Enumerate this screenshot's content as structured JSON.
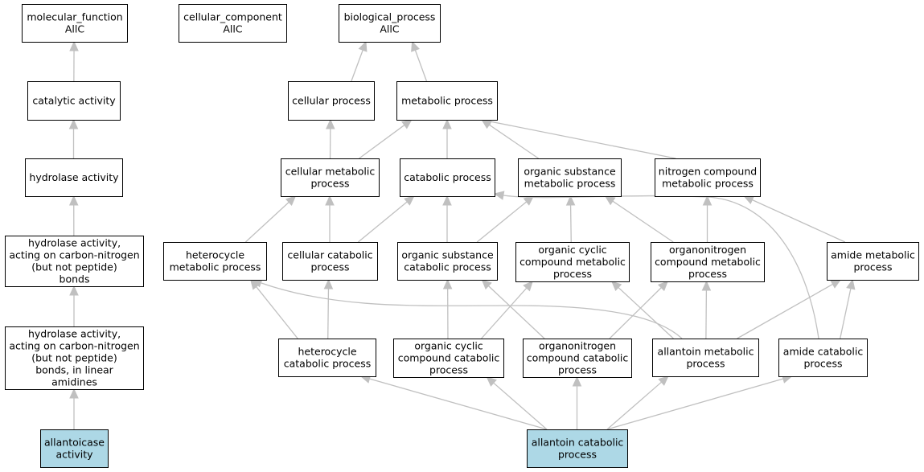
{
  "nodes": {
    "mf_root": {
      "lines": [
        "molecular_function",
        "AllC"
      ]
    },
    "cc_root": {
      "lines": [
        "cellular_component",
        "AllC"
      ]
    },
    "bp_root": {
      "lines": [
        "biological_process",
        "AllC"
      ]
    },
    "catalytic_activity": {
      "lines": [
        "catalytic activity"
      ]
    },
    "hydrolase_activity": {
      "lines": [
        "hydrolase activity"
      ]
    },
    "hydrolase_cn": {
      "lines": [
        "hydrolase activity,",
        "acting on carbon-nitrogen",
        "(but not peptide)",
        "bonds"
      ]
    },
    "hydrolase_cn_amidines": {
      "lines": [
        "hydrolase activity,",
        "acting on carbon-nitrogen",
        "(but not peptide)",
        "bonds, in linear",
        "amidines"
      ]
    },
    "allantoicase_activity": {
      "lines": [
        "allantoicase",
        "activity"
      ],
      "highlight": true
    },
    "cellular_process": {
      "lines": [
        "cellular process"
      ]
    },
    "metabolic_process": {
      "lines": [
        "metabolic process"
      ]
    },
    "cellular_metabolic_process": {
      "lines": [
        "cellular metabolic",
        "process"
      ]
    },
    "catabolic_process": {
      "lines": [
        "catabolic process"
      ]
    },
    "organic_substance_metabolic": {
      "lines": [
        "organic substance",
        "metabolic process"
      ]
    },
    "nitrogen_compound_metabolic": {
      "lines": [
        "nitrogen compound",
        "metabolic process"
      ]
    },
    "heterocycle_metabolic": {
      "lines": [
        "heterocycle",
        "metabolic process"
      ]
    },
    "cellular_catabolic": {
      "lines": [
        "cellular catabolic",
        "process"
      ]
    },
    "organic_substance_catabolic": {
      "lines": [
        "organic substance",
        "catabolic process"
      ]
    },
    "organic_cyclic_metabolic": {
      "lines": [
        "organic cyclic",
        "compound metabolic",
        "process"
      ]
    },
    "organonitrogen_metabolic": {
      "lines": [
        "organonitrogen",
        "compound metabolic",
        "process"
      ]
    },
    "amide_metabolic": {
      "lines": [
        "amide metabolic",
        "process"
      ]
    },
    "heterocycle_catabolic": {
      "lines": [
        "heterocycle",
        "catabolic process"
      ]
    },
    "organic_cyclic_catabolic": {
      "lines": [
        "organic cyclic",
        "compound catabolic",
        "process"
      ]
    },
    "organonitrogen_catabolic": {
      "lines": [
        "organonitrogen",
        "compound catabolic",
        "process"
      ]
    },
    "allantoin_metabolic": {
      "lines": [
        "allantoin metabolic",
        "process"
      ]
    },
    "amide_catabolic": {
      "lines": [
        "amide catabolic",
        "process"
      ]
    },
    "allantoin_catabolic": {
      "lines": [
        "allantoin catabolic",
        "process"
      ],
      "highlight": true
    }
  },
  "edges": [
    [
      "catalytic_activity",
      "mf_root"
    ],
    [
      "hydrolase_activity",
      "catalytic_activity"
    ],
    [
      "hydrolase_cn",
      "hydrolase_activity"
    ],
    [
      "hydrolase_cn_amidines",
      "hydrolase_cn"
    ],
    [
      "allantoicase_activity",
      "hydrolase_cn_amidines"
    ],
    [
      "cellular_process",
      "bp_root"
    ],
    [
      "metabolic_process",
      "bp_root"
    ],
    [
      "cellular_metabolic_process",
      "cellular_process"
    ],
    [
      "cellular_metabolic_process",
      "metabolic_process"
    ],
    [
      "catabolic_process",
      "metabolic_process"
    ],
    [
      "organic_substance_metabolic",
      "metabolic_process"
    ],
    [
      "nitrogen_compound_metabolic",
      "metabolic_process"
    ],
    [
      "heterocycle_metabolic",
      "cellular_metabolic_process"
    ],
    [
      "cellular_catabolic",
      "cellular_metabolic_process"
    ],
    [
      "cellular_catabolic",
      "catabolic_process"
    ],
    [
      "organic_substance_catabolic",
      "catabolic_process"
    ],
    [
      "organic_substance_catabolic",
      "organic_substance_metabolic"
    ],
    [
      "organic_cyclic_metabolic",
      "organic_substance_metabolic"
    ],
    [
      "organonitrogen_metabolic",
      "organic_substance_metabolic"
    ],
    [
      "organonitrogen_metabolic",
      "nitrogen_compound_metabolic"
    ],
    [
      "amide_metabolic",
      "nitrogen_compound_metabolic"
    ],
    [
      "amide_catabolic",
      "catabolic_process"
    ],
    [
      "heterocycle_catabolic",
      "heterocycle_metabolic"
    ],
    [
      "heterocycle_catabolic",
      "cellular_catabolic"
    ],
    [
      "organic_cyclic_catabolic",
      "organic_substance_catabolic"
    ],
    [
      "organic_cyclic_catabolic",
      "organic_cyclic_metabolic"
    ],
    [
      "organonitrogen_catabolic",
      "organic_substance_catabolic"
    ],
    [
      "organonitrogen_catabolic",
      "organonitrogen_metabolic"
    ],
    [
      "allantoin_metabolic",
      "heterocycle_metabolic"
    ],
    [
      "allantoin_metabolic",
      "organic_cyclic_metabolic"
    ],
    [
      "allantoin_metabolic",
      "organonitrogen_metabolic"
    ],
    [
      "allantoin_metabolic",
      "amide_metabolic"
    ],
    [
      "amide_catabolic",
      "amide_metabolic"
    ],
    [
      "allantoin_catabolic",
      "heterocycle_catabolic"
    ],
    [
      "allantoin_catabolic",
      "organic_cyclic_catabolic"
    ],
    [
      "allantoin_catabolic",
      "organonitrogen_catabolic"
    ],
    [
      "allantoin_catabolic",
      "allantoin_metabolic"
    ],
    [
      "allantoin_catabolic",
      "amide_catabolic"
    ]
  ]
}
